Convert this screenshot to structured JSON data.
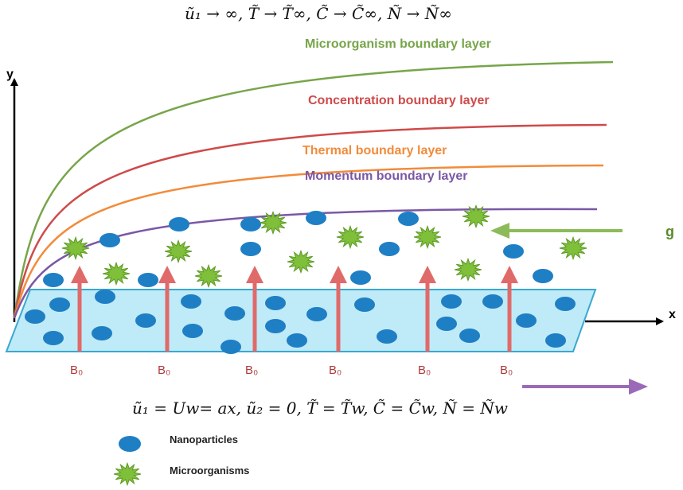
{
  "top_condition": "ũ₁ → ∞, T̃ → T̃∞, C̃ → C̃∞, Ñ → Ñ∞",
  "bottom_condition": "ũ₁ = Uw= ax, ũ₂ = 0, T̃ = T̃w, C̃ = C̃w, Ñ = Ñw",
  "axes": {
    "y": "y",
    "x": "x"
  },
  "layers": [
    {
      "name": "Microorganism boundary layer",
      "color": "#77a54a"
    },
    {
      "name": "Concentration boundary layer",
      "color": "#cf4a4a"
    },
    {
      "name": "Thermal boundary layer",
      "color": "#f28b3a"
    },
    {
      "name": "Momentum boundary layer",
      "color": "#7a58a5"
    }
  ],
  "gravity_label": "g",
  "field_label": "B₀",
  "field_label_count": 6,
  "legend": {
    "nanoparticles": "Nanoparticles",
    "microorganisms": "Microorganisms"
  },
  "colors": {
    "plate_fill": "#bfeaf7",
    "plate_stroke": "#3aa8d0",
    "nanoparticle": "#1f7fc4",
    "microorganism": "#7fbf3a",
    "field_arrow": "#e06a6a",
    "gravity_arrow": "#8dbb5a",
    "stretch_arrow": "#9a6ab8"
  }
}
